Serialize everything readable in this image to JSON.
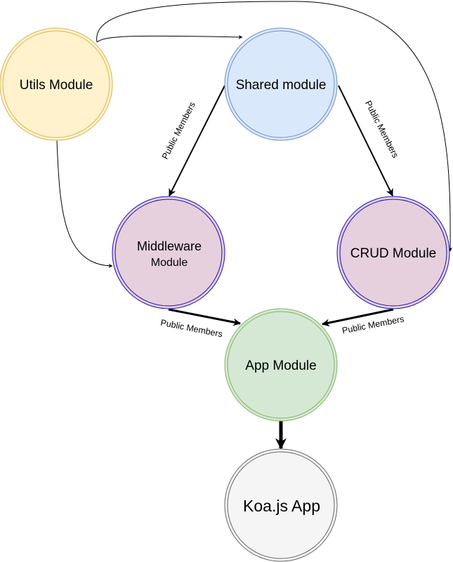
{
  "nodes": {
    "utils": {
      "label": "Utils Module",
      "fill": "#fff2cc",
      "stroke": "#d6b656"
    },
    "shared": {
      "label": "Shared module",
      "fill": "#dae8fc",
      "stroke": "#6c8ebf"
    },
    "middleware": {
      "label_line1": "Middleware",
      "label_line2": "Module",
      "fill": "#e6d0de",
      "stroke": "#1a0fb8"
    },
    "crud": {
      "label": "CRUD Module",
      "fill": "#e6d0de",
      "stroke": "#1a0fb8"
    },
    "app": {
      "label": "App Module",
      "fill": "#d5e8d4",
      "stroke": "#82b366"
    },
    "koa": {
      "label": "Koa.js App",
      "fill": "#f5f5f5",
      "stroke": "#666666"
    }
  },
  "edge_labels": {
    "shared_to_middleware": "Public Members",
    "shared_to_crud": "Public Members",
    "middleware_to_app": "Public Members",
    "crud_to_app": "Public Members"
  }
}
